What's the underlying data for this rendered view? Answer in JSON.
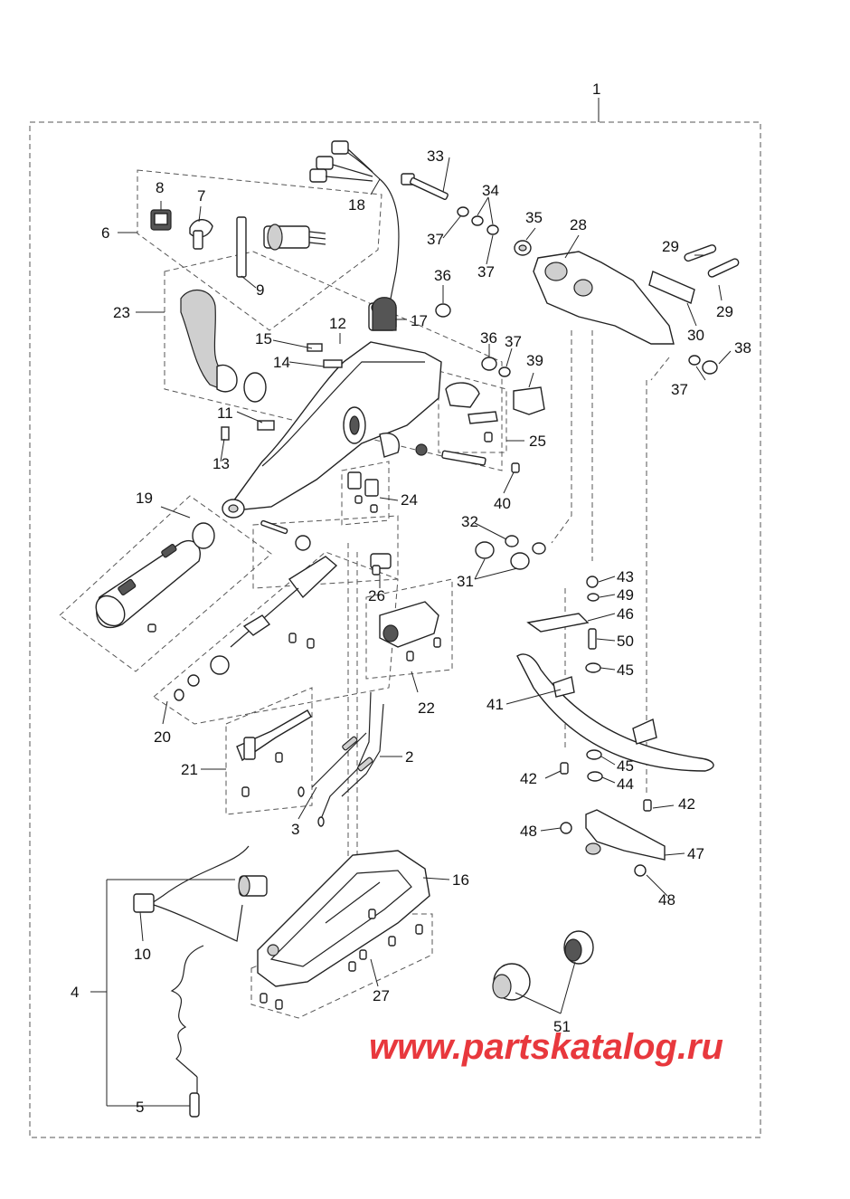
{
  "diagram": {
    "watermark": "www.partskatalog.ru",
    "watermark_color": "#e8383d",
    "line_color": "#222222",
    "callouts": [
      {
        "id": "c1",
        "text": "1"
      },
      {
        "id": "c2",
        "text": "2"
      },
      {
        "id": "c3",
        "text": "3"
      },
      {
        "id": "c4",
        "text": "4"
      },
      {
        "id": "c5",
        "text": "5"
      },
      {
        "id": "c6",
        "text": "6"
      },
      {
        "id": "c7",
        "text": "7"
      },
      {
        "id": "c8",
        "text": "8"
      },
      {
        "id": "c9",
        "text": "9"
      },
      {
        "id": "c10",
        "text": "10"
      },
      {
        "id": "c11",
        "text": "11"
      },
      {
        "id": "c12",
        "text": "12"
      },
      {
        "id": "c13",
        "text": "13"
      },
      {
        "id": "c14",
        "text": "14"
      },
      {
        "id": "c15",
        "text": "15"
      },
      {
        "id": "c16",
        "text": "16"
      },
      {
        "id": "c17",
        "text": "17"
      },
      {
        "id": "c18",
        "text": "18"
      },
      {
        "id": "c19",
        "text": "19"
      },
      {
        "id": "c20",
        "text": "20"
      },
      {
        "id": "c21",
        "text": "21"
      },
      {
        "id": "c22",
        "text": "22"
      },
      {
        "id": "c23",
        "text": "23"
      },
      {
        "id": "c24",
        "text": "24"
      },
      {
        "id": "c25",
        "text": "25"
      },
      {
        "id": "c26",
        "text": "26"
      },
      {
        "id": "c27",
        "text": "27"
      },
      {
        "id": "c28",
        "text": "28"
      },
      {
        "id": "c29a",
        "text": "29"
      },
      {
        "id": "c29b",
        "text": "29"
      },
      {
        "id": "c30",
        "text": "30"
      },
      {
        "id": "c31",
        "text": "31"
      },
      {
        "id": "c32",
        "text": "32"
      },
      {
        "id": "c33",
        "text": "33"
      },
      {
        "id": "c34",
        "text": "34"
      },
      {
        "id": "c35",
        "text": "35"
      },
      {
        "id": "c36a",
        "text": "36"
      },
      {
        "id": "c36b",
        "text": "36"
      },
      {
        "id": "c37a",
        "text": "37"
      },
      {
        "id": "c37b",
        "text": "37"
      },
      {
        "id": "c37c",
        "text": "37"
      },
      {
        "id": "c37d",
        "text": "37"
      },
      {
        "id": "c38",
        "text": "38"
      },
      {
        "id": "c39",
        "text": "39"
      },
      {
        "id": "c40",
        "text": "40"
      },
      {
        "id": "c41",
        "text": "41"
      },
      {
        "id": "c42a",
        "text": "42"
      },
      {
        "id": "c42b",
        "text": "42"
      },
      {
        "id": "c43",
        "text": "43"
      },
      {
        "id": "c44",
        "text": "44"
      },
      {
        "id": "c45a",
        "text": "45"
      },
      {
        "id": "c45b",
        "text": "45"
      },
      {
        "id": "c46",
        "text": "46"
      },
      {
        "id": "c47",
        "text": "47"
      },
      {
        "id": "c48a",
        "text": "48"
      },
      {
        "id": "c48b",
        "text": "48"
      },
      {
        "id": "c49",
        "text": "49"
      },
      {
        "id": "c50",
        "text": "50"
      },
      {
        "id": "c51",
        "text": "51"
      }
    ]
  }
}
